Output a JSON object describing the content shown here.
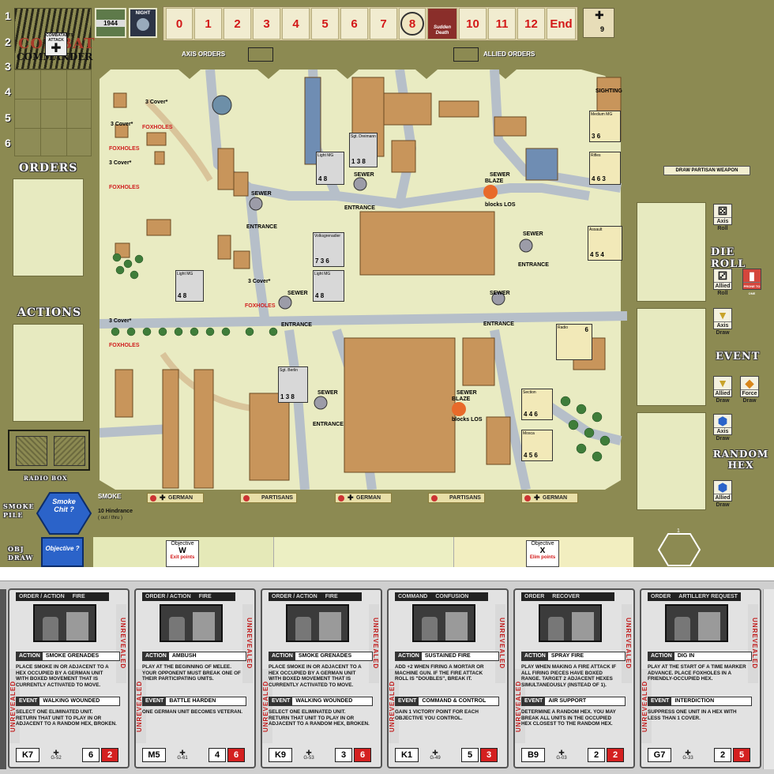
{
  "top_bar": {
    "row_numbers": [
      "1",
      "2",
      "3",
      "4",
      "5",
      "6"
    ],
    "logo_line1": "COMBAT",
    "logo_line2": "COMMANDER",
    "logo_box": "COMBATANTS ATTACK",
    "year_label": "1944",
    "night_label": "NIGHT",
    "turns": [
      "0",
      "1",
      "2",
      "3",
      "4",
      "5",
      "6",
      "7",
      "8",
      "Sudden Death",
      "10",
      "11",
      "12",
      "End"
    ],
    "turn_marker_value": "9",
    "axis_orders": "AXIS ORDERS",
    "allied_orders": "ALLIED ORDERS"
  },
  "left_panel": {
    "orders_title": "ORDERS",
    "actions_title": "ACTIONS",
    "radio_box": "RADIO BOX",
    "smoke_pile": "SMOKE PILE",
    "smoke_chit": "Smoke Chit ?",
    "smoke_label": "SMOKE",
    "hindrance": "10 Hindrance",
    "hindrance_sub": "( out / thru )",
    "obj_draw": "OBJ DRAW",
    "objective_chit": "Objective ?"
  },
  "right_panel": {
    "draw_partisan": "DRAW PARTISAN WEAPON",
    "die_roll": "DIE ROLL",
    "event": "EVENT",
    "random_hex": "RANDOM HEX",
    "axis_roll": "Axis Roll",
    "allied_roll": "Allied Roll",
    "prone": "PRONE TO ONE",
    "axis_draw": "Axis Draw",
    "allied_draw": "Allied Draw",
    "force_draw": "Force Draw",
    "axis_draw2": "Axis Draw",
    "allied_draw2": "Allied Draw"
  },
  "map_labels": {
    "cover": "3 Cover*",
    "foxholes": "FOXHOLES",
    "sewer": "SEWER",
    "entrance": "ENTRANCE",
    "blaze": "BLAZE",
    "blocks": "blocks LOS",
    "sighting": "SIGHTING"
  },
  "units": [
    {
      "name": "Sgt. Dreimann",
      "a": "1",
      "b": "3",
      "c": "8"
    },
    {
      "name": "Light MG",
      "a": "4",
      "b": "8",
      "c": ""
    },
    {
      "name": "Volksgrenadier",
      "a": "7",
      "b": "3",
      "c": "6"
    },
    {
      "name": "Light MG",
      "a": "4",
      "b": "8",
      "c": ""
    },
    {
      "name": "Light MG",
      "a": "4",
      "b": "8",
      "c": ""
    },
    {
      "name": "Sgt. Berlin",
      "a": "1",
      "b": "3",
      "c": "8"
    },
    {
      "name": "Medium MG",
      "a": "3",
      "b": "6",
      "c": ""
    },
    {
      "name": "Rifles",
      "a": "4",
      "b": "6",
      "c": "3"
    },
    {
      "name": "Assault",
      "a": "4",
      "b": "5",
      "c": "4"
    },
    {
      "name": "Radio",
      "a": "6",
      "b": "",
      "c": ""
    },
    {
      "name": "Section",
      "a": "4",
      "b": "4",
      "c": "6"
    },
    {
      "name": "Mosca",
      "a": "4",
      "b": "5",
      "c": "6"
    }
  ],
  "nation_bar": [
    "GERMAN",
    "PARTISANS",
    "GERMAN",
    "PARTISANS",
    "GERMAN"
  ],
  "objectives": [
    {
      "title": "Objective",
      "letter": "W",
      "points": "Exit points"
    },
    {
      "title": "Objective",
      "letter": "X",
      "points": "Elim points"
    }
  ],
  "cards": [
    {
      "hdr1": "ORDER / ACTION",
      "hdr2": "FIRE",
      "action": "SMOKE GRENADES",
      "action_text": [
        "PLACE SMOKE IN OR ADJACENT TO A",
        "HEX OCCUPIED BY A GERMAN UNIT",
        "WITH BOXED MOVEMENT THAT IS",
        "CURRENTLY ACTIVATED TO MOVE."
      ],
      "event": "WALKING WOUNDED",
      "event_text": [
        "SELECT ONE ELIMINATED UNIT.",
        "RETURN THAT UNIT TO PLAY IN OR",
        "ADJACENT TO A RANDOM HEX, BROKEN."
      ],
      "code": "K7",
      "gnum": "G-52",
      "d1": "6",
      "d2": "2"
    },
    {
      "hdr1": "ORDER / ACTION",
      "hdr2": "FIRE",
      "action": "AMBUSH",
      "action_text": [
        "PLAY AT THE BEGINNING OF MELEE.",
        "YOUR OPPONENT MUST BREAK ONE OF",
        "THEIR PARTICIPATING UNITS."
      ],
      "event": "BATTLE HARDEN",
      "event_text": [
        "ONE GERMAN UNIT BECOMES VETERAN."
      ],
      "code": "M5",
      "gnum": "G-61",
      "d1": "4",
      "d2": "6"
    },
    {
      "hdr1": "ORDER / ACTION",
      "hdr2": "FIRE",
      "action": "SMOKE GRENADES",
      "action_text": [
        "PLACE SMOKE IN OR ADJACENT TO A",
        "HEX OCCUPIED BY A GERMAN UNIT",
        "WITH BOXED MOVEMENT THAT IS",
        "CURRENTLY ACTIVATED TO MOVE."
      ],
      "event": "WALKING WOUNDED",
      "event_text": [
        "SELECT ONE ELIMINATED UNIT.",
        "RETURN THAT UNIT TO PLAY IN OR",
        "ADJACENT TO A RANDOM HEX, BROKEN."
      ],
      "code": "K9",
      "gnum": "G-53",
      "d1": "3",
      "d2": "6"
    },
    {
      "hdr1": "COMMAND",
      "hdr2": "CONFUSION",
      "action": "SUSTAINED FIRE",
      "action_text": [
        "ADD +2 WHEN FIRING A MORTAR OR",
        "MACHINE GUN. IF THE FIRE ATTACK",
        "ROLL IS \"DOUBLES\", BREAK IT."
      ],
      "event": "COMMAND & CONTROL",
      "event_text": [
        "GAIN 1 VICTORY POINT FOR EACH",
        "OBJECTIVE YOU CONTROL."
      ],
      "code": "K1",
      "gnum": "G-49",
      "d1": "5",
      "d2": "3"
    },
    {
      "hdr1": "ORDER",
      "hdr2": "RECOVER",
      "action": "SPRAY FIRE",
      "action_text": [
        "PLAY WHEN MAKING A FIRE ATTACK IF",
        "ALL FIRING PIECES HAVE BOXED",
        "RANGE. TARGET 2 ADJACENT HEXES",
        "SIMULTANEOUSLY (INSTEAD OF 1)."
      ],
      "event": "AIR SUPPORT",
      "event_text": [
        "DETERMINE A RANDOM HEX. YOU MAY",
        "BREAK ALL UNITS IN THE OCCUPIED",
        "HEX CLOSEST TO THE RANDOM HEX."
      ],
      "code": "B9",
      "gnum": "G-03",
      "d1": "2",
      "d2": "2"
    },
    {
      "hdr1": "ORDER",
      "hdr2": "ARTILLERY REQUEST",
      "action": "DIG IN",
      "action_text": [
        "PLAY AT THE START OF A TIME MARKER",
        "ADVANCE. PLACE FOXHOLES IN A",
        "FRIENDLY-OCCUPIED HEX."
      ],
      "event": "INTERDICTION",
      "event_text": [
        "SUPPRESS ONE UNIT IN A HEX WITH",
        "LESS THAN 1 COVER."
      ],
      "code": "G7",
      "gnum": "G-33",
      "d1": "2",
      "d2": "5"
    }
  ],
  "card_stripe": "UNREVEALED",
  "colors": {
    "board": "#8c8a52",
    "road": "#b9c0c8",
    "building": "#c7955a",
    "grass": "#e9ebc2",
    "red": "#d31818"
  }
}
